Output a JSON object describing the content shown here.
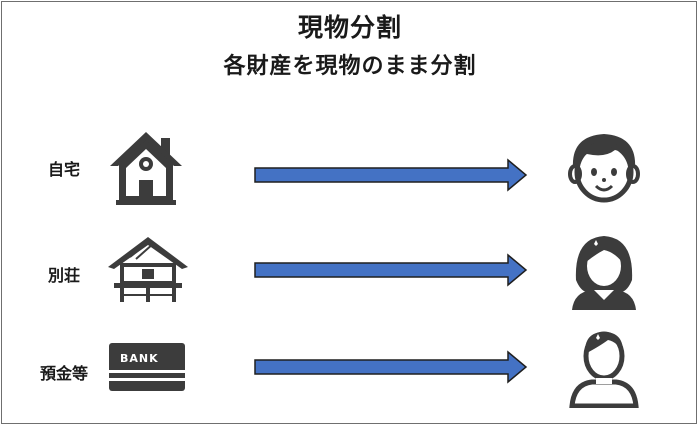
{
  "header": {
    "title": "現物分割",
    "subtitle": "各財産を現物のまま分割"
  },
  "rows": [
    {
      "label": "自宅",
      "asset_icon": "house-icon",
      "heir_icon": "child-icon"
    },
    {
      "label": "別荘",
      "asset_icon": "villa-icon",
      "heir_icon": "woman-icon"
    },
    {
      "label": "預金等",
      "asset_icon": "bank-card-icon",
      "heir_icon": "man-icon",
      "card_text": "BANK"
    }
  ],
  "colors": {
    "arrow_fill": "#4472c4",
    "arrow_stroke": "#1f1f1f",
    "icon": "#3c3c3c",
    "border": "#6f6f6f"
  }
}
